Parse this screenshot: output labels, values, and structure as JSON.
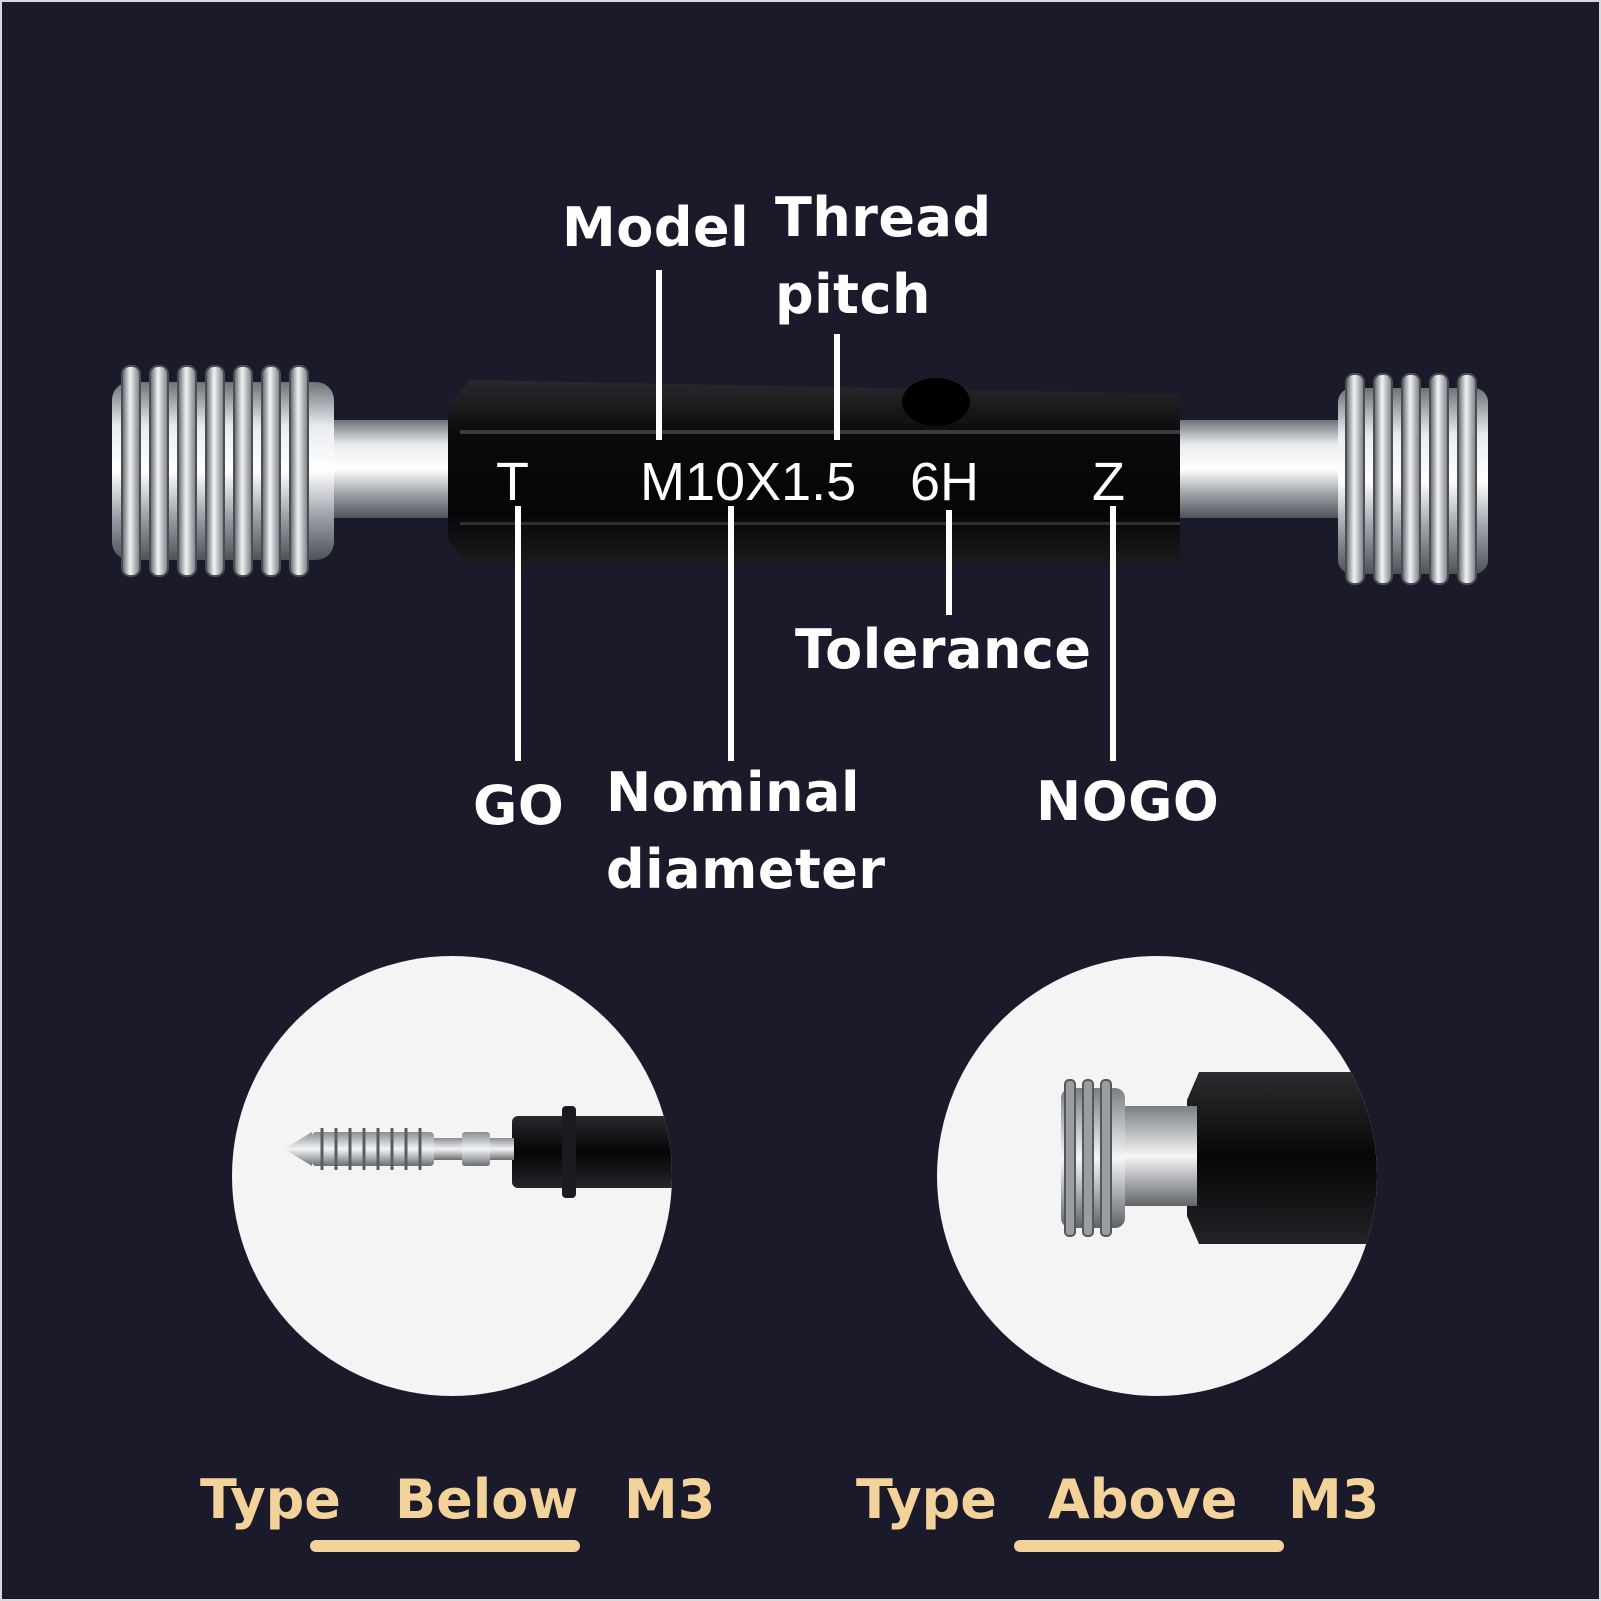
{
  "gauge": {
    "markings": {
      "go_end": "T",
      "thread_size": "M10X1.5",
      "tolerance_class": "6H",
      "nogo_end": "Z"
    },
    "annotations": {
      "model": "Model",
      "thread_pitch_line1": "Thread",
      "thread_pitch_line2": "pitch",
      "tolerance": "Tolerance",
      "go": "GO",
      "nominal_line1": "Nominal",
      "nominal_line2": "diameter",
      "nogo": "NOGO"
    }
  },
  "types": [
    {
      "word1": "Type",
      "word2": "Below",
      "word3": "M3",
      "icon": "small-thread-plug-gauge-photo"
    },
    {
      "word1": "Type",
      "word2": "Above",
      "word3": "M3",
      "icon": "large-thread-plug-gauge-photo"
    }
  ],
  "colors": {
    "background": "#1a1a2b",
    "annotation_text": "#ffffff",
    "caption_accent": "#f3d39a",
    "gauge_body": "#0d0d0f",
    "steel": "#b8bcc2"
  }
}
